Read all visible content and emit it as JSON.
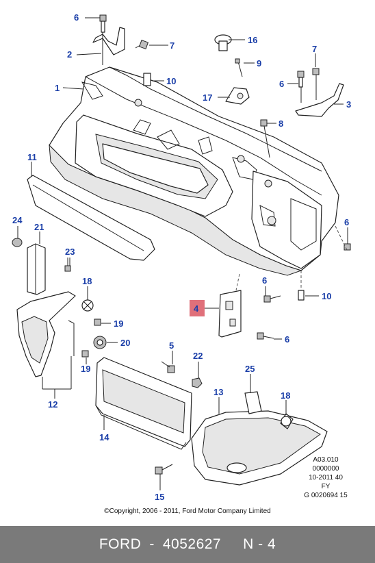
{
  "callouts": [
    "6",
    "2",
    "7",
    "16",
    "9",
    "7",
    "1",
    "10",
    "6",
    "3",
    "17",
    "8",
    "11",
    "6",
    "24",
    "21",
    "23",
    "18",
    "6",
    "10",
    "4",
    "19",
    "20",
    "6",
    "5",
    "22",
    "19",
    "12",
    "25",
    "13",
    "18",
    "14",
    "15"
  ],
  "reference": [
    "A03.010",
    "0000000",
    "10-2011 40",
    "FY",
    "G 0020694 15"
  ],
  "copyright": "©Copyright, 2006 - 2011, Ford Motor Company Limited",
  "footer": {
    "brand": "FORD",
    "sep1": "-",
    "part_number": "4052627",
    "item": "N - 4"
  },
  "colors": {
    "callout_text": "#1a3ea8",
    "highlight": "#e0707a",
    "footer_bg": "#7a7a7a"
  }
}
